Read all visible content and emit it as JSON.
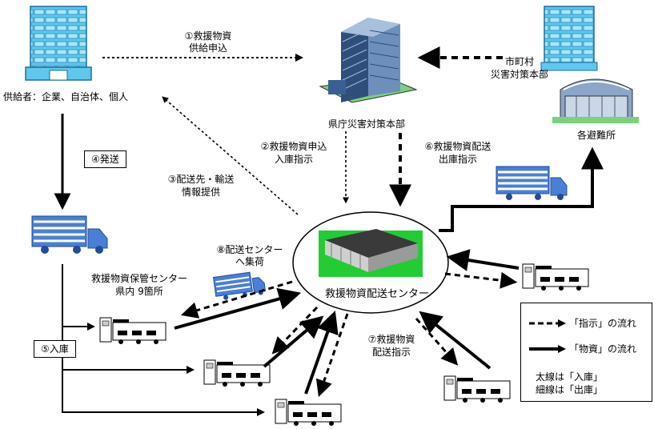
{
  "labels": {
    "supplier": "供給者：企業、自治体、個人",
    "hq": "県庁災害対策本部",
    "municipal_line1": "市町村",
    "municipal_line2": "災害対策本部",
    "shelters": "各避難所",
    "step1_line1": "①救援物資",
    "step1_line2": "供給申込",
    "step2_line1": "②救援物資申込",
    "step2_line2": "入庫指示",
    "step3_line1": "③配送先・輸送",
    "step3_line2": "情報提供",
    "step4": "④発送",
    "step5": "⑤入庫",
    "step6_line1": "⑥救援物資配送",
    "step6_line2": "出庫指示",
    "step7_line1": "⑦救援物資",
    "step7_line2": "配送指示",
    "step8_line1": "⑧配送センター",
    "step8_line2": "へ集荷",
    "storage_line1": "救援物資保管センター",
    "storage_line2": "県内 9箇所",
    "center": "救援物資配送センター"
  },
  "legend": {
    "instruction": "「指示」の流れ",
    "goods": "「物資」の流れ",
    "note_line1": "太線は「入庫」",
    "note_line2": "細線は「出庫」"
  },
  "icons": [
    "office-building-icon",
    "hq-tower-icon",
    "shelter-building-icon",
    "truck-icon",
    "warehouse-icon",
    "distribution-center-icon"
  ],
  "colors": {
    "building": "#5ec8ee",
    "truck": "#4a7fd6",
    "line": "#000000",
    "center_green": "#22cc33"
  }
}
